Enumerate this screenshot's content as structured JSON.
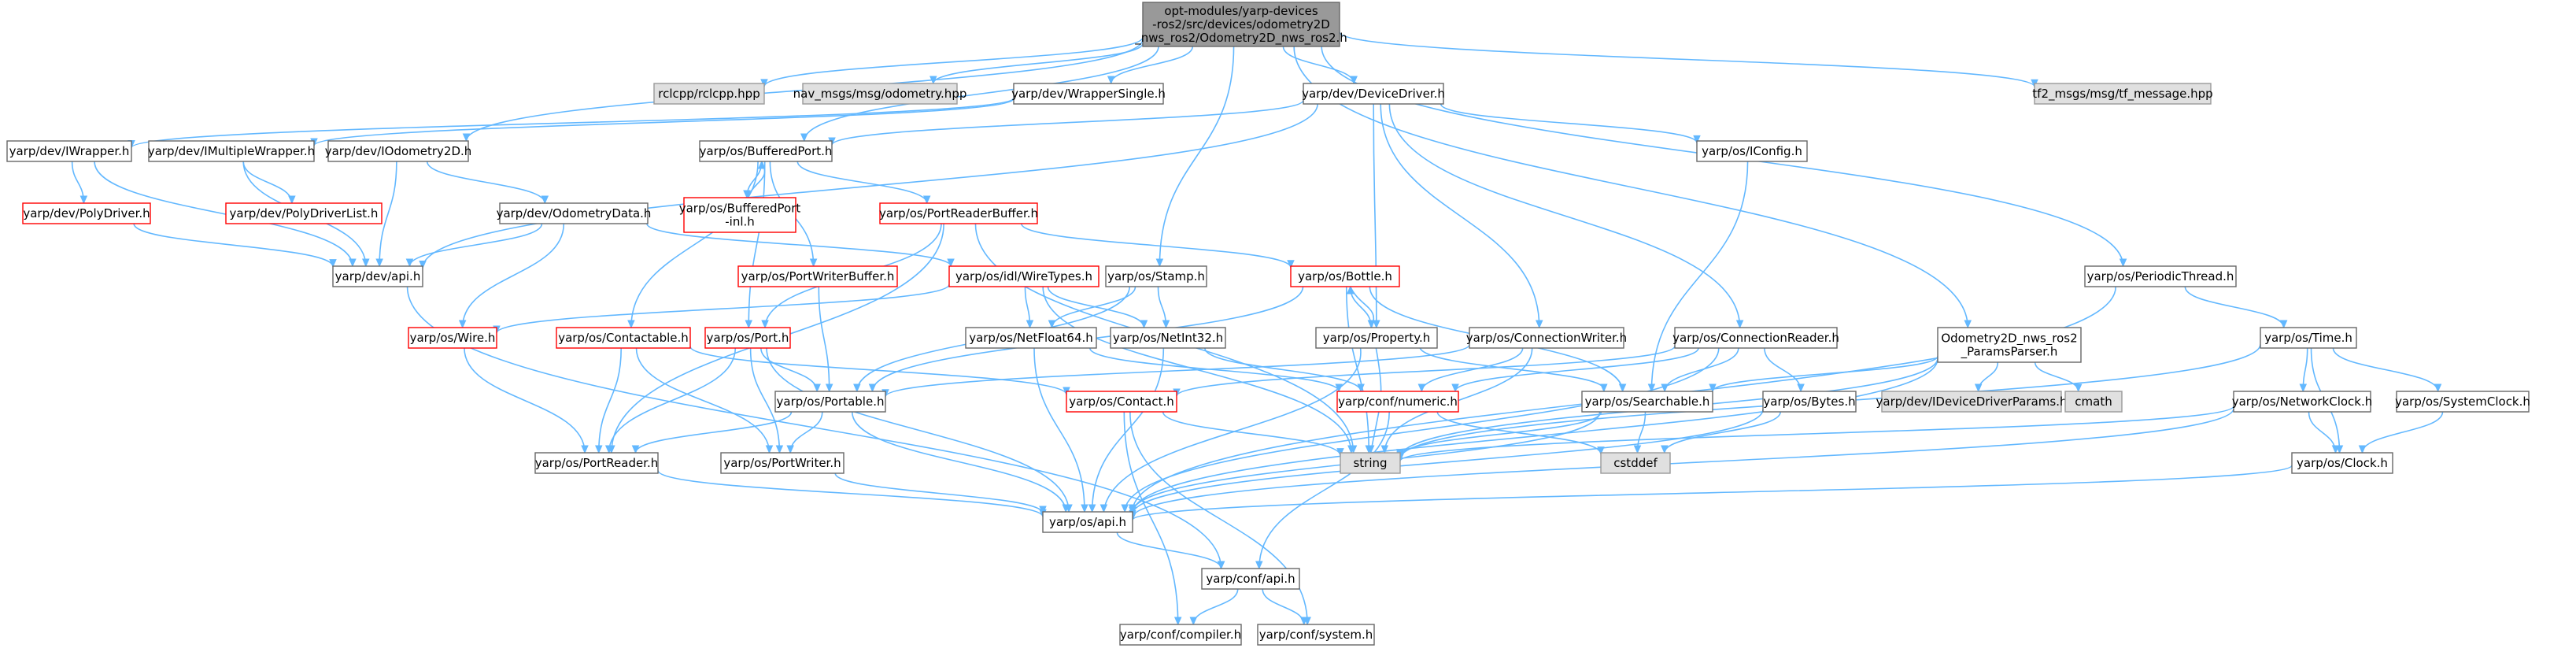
{
  "colors": {
    "edge": "#63b8ff",
    "root_fill": "#999999",
    "normal_fill": "#ffffff",
    "normal_stroke": "#666666",
    "red_stroke": "#ff0000",
    "gray_fill": "#e0e0e0",
    "gray_stroke": "#999999"
  },
  "nodes": [
    {
      "id": "root",
      "label": "opt-modules/yarp-devices\n-ros2/src/devices/odometry2D\n_nws_ros2/Odometry2D_nws_ros2.h",
      "style": "root"
    },
    {
      "id": "rclcpp",
      "label": "rclcpp/rclcpp.hpp",
      "style": "gray"
    },
    {
      "id": "navmsgs",
      "label": "nav_msgs/msg/odometry.hpp",
      "style": "gray"
    },
    {
      "id": "wrappersingle",
      "label": "yarp/dev/WrapperSingle.h",
      "style": "normal"
    },
    {
      "id": "devicedriver",
      "label": "yarp/dev/DeviceDriver.h",
      "style": "normal"
    },
    {
      "id": "tf2",
      "label": "tf2_msgs/msg/tf_message.hpp",
      "style": "gray"
    },
    {
      "id": "iwrapper",
      "label": "yarp/dev/IWrapper.h",
      "style": "normal"
    },
    {
      "id": "imultiplewrapper",
      "label": "yarp/dev/IMultipleWrapper.h",
      "style": "normal"
    },
    {
      "id": "iodometry2d",
      "label": "yarp/dev/IOdometry2D.h",
      "style": "normal"
    },
    {
      "id": "bufferedport",
      "label": "yarp/os/BufferedPort.h",
      "style": "normal"
    },
    {
      "id": "iconfig",
      "label": "yarp/os/IConfig.h",
      "style": "normal"
    },
    {
      "id": "polydriver",
      "label": "yarp/dev/PolyDriver.h",
      "style": "red"
    },
    {
      "id": "polydriverlist",
      "label": "yarp/dev/PolyDriverList.h",
      "style": "red"
    },
    {
      "id": "odometrydata",
      "label": "yarp/dev/OdometryData.h",
      "style": "normal"
    },
    {
      "id": "bufferedportinl",
      "label": "yarp/os/BufferedPort\n-inl.h",
      "style": "red"
    },
    {
      "id": "portreaderbuffer",
      "label": "yarp/os/PortReaderBuffer.h",
      "style": "red"
    },
    {
      "id": "devapi",
      "label": "yarp/dev/api.h",
      "style": "normal"
    },
    {
      "id": "portwriterbuffer",
      "label": "yarp/os/PortWriterBuffer.h",
      "style": "red"
    },
    {
      "id": "wiretypes",
      "label": "yarp/os/idl/WireTypes.h",
      "style": "red"
    },
    {
      "id": "stamp",
      "label": "yarp/os/Stamp.h",
      "style": "normal"
    },
    {
      "id": "bottle",
      "label": "yarp/os/Bottle.h",
      "style": "red"
    },
    {
      "id": "periodicthread",
      "label": "yarp/os/PeriodicThread.h",
      "style": "normal"
    },
    {
      "id": "odomparams",
      "label": "Odometry2D_nws_ros2\n_ParamsParser.h",
      "style": "normal"
    },
    {
      "id": "wire",
      "label": "yarp/os/Wire.h",
      "style": "red"
    },
    {
      "id": "contactable",
      "label": "yarp/os/Contactable.h",
      "style": "red"
    },
    {
      "id": "port",
      "label": "yarp/os/Port.h",
      "style": "red"
    },
    {
      "id": "netfloat64",
      "label": "yarp/os/NetFloat64.h",
      "style": "normal"
    },
    {
      "id": "netint32",
      "label": "yarp/os/NetInt32.h",
      "style": "normal"
    },
    {
      "id": "property",
      "label": "yarp/os/Property.h",
      "style": "normal"
    },
    {
      "id": "connectionwriter",
      "label": "yarp/os/ConnectionWriter.h",
      "style": "normal"
    },
    {
      "id": "connectionreader",
      "label": "yarp/os/ConnectionReader.h",
      "style": "normal"
    },
    {
      "id": "time",
      "label": "yarp/os/Time.h",
      "style": "normal"
    },
    {
      "id": "ideviceparams",
      "label": "yarp/dev/IDeviceDriverParams.h",
      "style": "gray"
    },
    {
      "id": "cmath",
      "label": "cmath",
      "style": "gray"
    },
    {
      "id": "portable",
      "label": "yarp/os/Portable.h",
      "style": "normal"
    },
    {
      "id": "contact",
      "label": "yarp/os/Contact.h",
      "style": "red"
    },
    {
      "id": "numeric",
      "label": "yarp/conf/numeric.h",
      "style": "red"
    },
    {
      "id": "searchable",
      "label": "yarp/os/Searchable.h",
      "style": "normal"
    },
    {
      "id": "bytes",
      "label": "yarp/os/Bytes.h",
      "style": "normal"
    },
    {
      "id": "networkclock",
      "label": "yarp/os/NetworkClock.h",
      "style": "normal"
    },
    {
      "id": "systemclock",
      "label": "yarp/os/SystemClock.h",
      "style": "normal"
    },
    {
      "id": "string",
      "label": "string",
      "style": "gray"
    },
    {
      "id": "cstddef",
      "label": "cstddef",
      "style": "gray"
    },
    {
      "id": "portreader",
      "label": "yarp/os/PortReader.h",
      "style": "normal"
    },
    {
      "id": "portwriter",
      "label": "yarp/os/PortWriter.h",
      "style": "normal"
    },
    {
      "id": "clock",
      "label": "yarp/os/Clock.h",
      "style": "normal"
    },
    {
      "id": "osapi",
      "label": "yarp/os/api.h",
      "style": "normal"
    },
    {
      "id": "confapi",
      "label": "yarp/conf/api.h",
      "style": "normal"
    },
    {
      "id": "compiler",
      "label": "yarp/conf/compiler.h",
      "style": "normal"
    },
    {
      "id": "system",
      "label": "yarp/conf/system.h",
      "style": "normal"
    }
  ],
  "edges": [
    [
      "root",
      "rclcpp"
    ],
    [
      "root",
      "navmsgs"
    ],
    [
      "root",
      "wrappersingle"
    ],
    [
      "root",
      "devicedriver"
    ],
    [
      "root",
      "tf2"
    ],
    [
      "root",
      "iodometry2d"
    ],
    [
      "root",
      "stamp"
    ],
    [
      "root",
      "odomparams"
    ],
    [
      "root",
      "periodicthread"
    ],
    [
      "root",
      "bufferedport"
    ],
    [
      "wrappersingle",
      "iwrapper"
    ],
    [
      "wrappersingle",
      "imultiplewrapper"
    ],
    [
      "devicedriver",
      "devapi"
    ],
    [
      "devicedriver",
      "iconfig"
    ],
    [
      "devicedriver",
      "bufferedport"
    ],
    [
      "devicedriver",
      "property"
    ],
    [
      "devicedriver",
      "connectionwriter"
    ],
    [
      "devicedriver",
      "connectionreader"
    ],
    [
      "iwrapper",
      "polydriver"
    ],
    [
      "iwrapper",
      "devapi"
    ],
    [
      "imultiplewrapper",
      "polydriverlist"
    ],
    [
      "imultiplewrapper",
      "devapi"
    ],
    [
      "iodometry2d",
      "odometrydata"
    ],
    [
      "iodometry2d",
      "devapi"
    ],
    [
      "polydriver",
      "devapi"
    ],
    [
      "odometrydata",
      "devapi"
    ],
    [
      "odometrydata",
      "wiretypes"
    ],
    [
      "odometrydata",
      "wire"
    ],
    [
      "bufferedport",
      "bufferedportinl"
    ],
    [
      "bufferedport",
      "portreaderbuffer"
    ],
    [
      "bufferedport",
      "portwriterbuffer"
    ],
    [
      "bufferedport",
      "contactable"
    ],
    [
      "bufferedport",
      "port"
    ],
    [
      "bufferedportinl",
      "bufferedport"
    ],
    [
      "portreaderbuffer",
      "bottle"
    ],
    [
      "portreaderbuffer",
      "string"
    ],
    [
      "portreaderbuffer",
      "portreader"
    ],
    [
      "portreaderbuffer",
      "port"
    ],
    [
      "portwriterbuffer",
      "portable"
    ],
    [
      "wiretypes",
      "netint32"
    ],
    [
      "wiretypes",
      "netfloat64"
    ],
    [
      "wiretypes",
      "wire"
    ],
    [
      "wiretypes",
      "string"
    ],
    [
      "stamp",
      "netfloat64"
    ],
    [
      "stamp",
      "netint32"
    ],
    [
      "stamp",
      "portable"
    ],
    [
      "bottle",
      "property"
    ],
    [
      "bottle",
      "searchable"
    ],
    [
      "bottle",
      "portable"
    ],
    [
      "bottle",
      "string"
    ],
    [
      "property",
      "bottle"
    ],
    [
      "property",
      "searchable"
    ],
    [
      "property",
      "osapi"
    ],
    [
      "property",
      "string"
    ],
    [
      "iconfig",
      "searchable"
    ],
    [
      "connectionwriter",
      "numeric"
    ],
    [
      "connectionwriter",
      "portable"
    ],
    [
      "connectionwriter",
      "string"
    ],
    [
      "connectionreader",
      "contact"
    ],
    [
      "connectionreader",
      "numeric"
    ],
    [
      "connectionreader",
      "searchable"
    ],
    [
      "connectionreader",
      "bytes"
    ],
    [
      "connectionreader",
      "osapi"
    ],
    [
      "odomparams",
      "ideviceparams"
    ],
    [
      "odomparams",
      "cmath"
    ],
    [
      "odomparams",
      "searchable"
    ],
    [
      "odomparams",
      "string"
    ],
    [
      "odomparams",
      "osapi"
    ],
    [
      "periodicthread",
      "time"
    ],
    [
      "periodicthread",
      "osapi"
    ],
    [
      "time",
      "networkclock"
    ],
    [
      "time",
      "systemclock"
    ],
    [
      "time",
      "clock"
    ],
    [
      "time",
      "string"
    ],
    [
      "networkclock",
      "clock"
    ],
    [
      "networkclock",
      "osapi"
    ],
    [
      "networkclock",
      "string"
    ],
    [
      "systemclock",
      "clock"
    ],
    [
      "clock",
      "osapi"
    ],
    [
      "contactable",
      "portreader"
    ],
    [
      "contactable",
      "portwriter"
    ],
    [
      "contactable",
      "contact"
    ],
    [
      "port",
      "portable"
    ],
    [
      "port",
      "portreader"
    ],
    [
      "port",
      "portwriter"
    ],
    [
      "port",
      "osapi"
    ],
    [
      "netfloat64",
      "numeric"
    ],
    [
      "netfloat64",
      "osapi"
    ],
    [
      "netint32",
      "numeric"
    ],
    [
      "netint32",
      "osapi"
    ],
    [
      "wire",
      "portreader"
    ],
    [
      "portable",
      "portreader"
    ],
    [
      "portable",
      "portwriter"
    ],
    [
      "portable",
      "osapi"
    ],
    [
      "contact",
      "string"
    ],
    [
      "contact",
      "compiler"
    ],
    [
      "contact",
      "system"
    ],
    [
      "numeric",
      "confapi"
    ],
    [
      "numeric",
      "cstddef"
    ],
    [
      "searchable",
      "string"
    ],
    [
      "searchable",
      "cstddef"
    ],
    [
      "searchable",
      "osapi"
    ],
    [
      "bytes",
      "cstddef"
    ],
    [
      "bytes",
      "osapi"
    ],
    [
      "portreader",
      "osapi"
    ],
    [
      "portwriter",
      "osapi"
    ],
    [
      "osapi",
      "confapi"
    ],
    [
      "confapi",
      "compiler"
    ],
    [
      "confapi",
      "system"
    ],
    [
      "devapi",
      "confapi"
    ]
  ]
}
